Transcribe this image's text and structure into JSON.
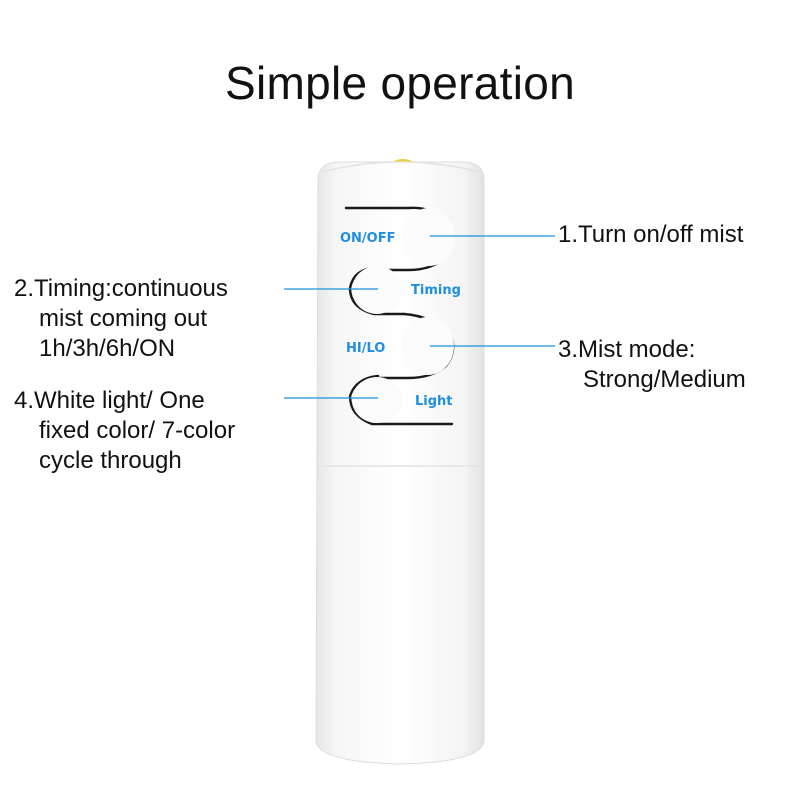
{
  "title": "Simple operation",
  "colors": {
    "label_blue": "#1e8fe0",
    "leader_line": "#1e8fe0",
    "body_white": "#f7f7f7",
    "groove": "#1a1a1a",
    "indicator_yellow": "#e8d23a"
  },
  "buttons": {
    "on_off": "ON/OFF",
    "timing": "Timing",
    "hi_lo": "HI/LO",
    "light": "Light"
  },
  "callouts": {
    "c1": {
      "lines": [
        "1.Turn on/off mist"
      ]
    },
    "c2": {
      "lines": [
        "2.Timing:continuous",
        "mist coming out",
        "1h/3h/6h/ON"
      ]
    },
    "c3": {
      "lines": [
        "3.Mist mode:",
        "Strong/Medium"
      ]
    },
    "c4": {
      "lines": [
        "4.White light/ One",
        "fixed color/ 7-color",
        "cycle through"
      ]
    }
  }
}
